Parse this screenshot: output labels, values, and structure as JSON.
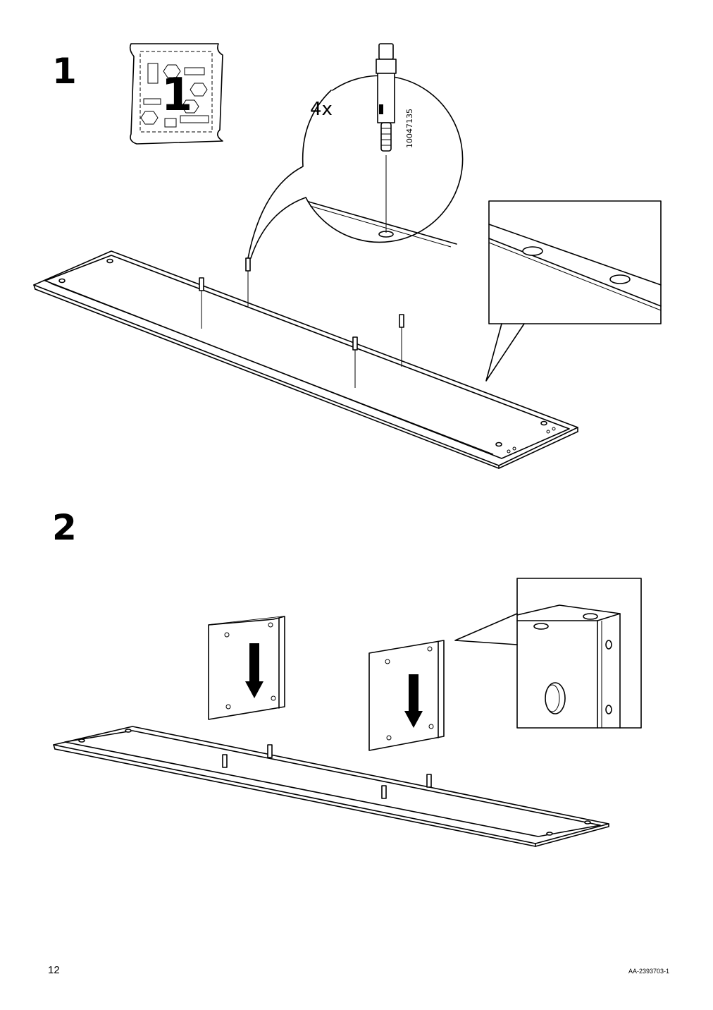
{
  "steps": [
    {
      "number": "1",
      "quantity": "4x",
      "part_number": "10047135",
      "bag_label": "1"
    },
    {
      "number": "2"
    }
  ],
  "footer": {
    "page_number": "12",
    "doc_code": "AA-2393703-1"
  }
}
